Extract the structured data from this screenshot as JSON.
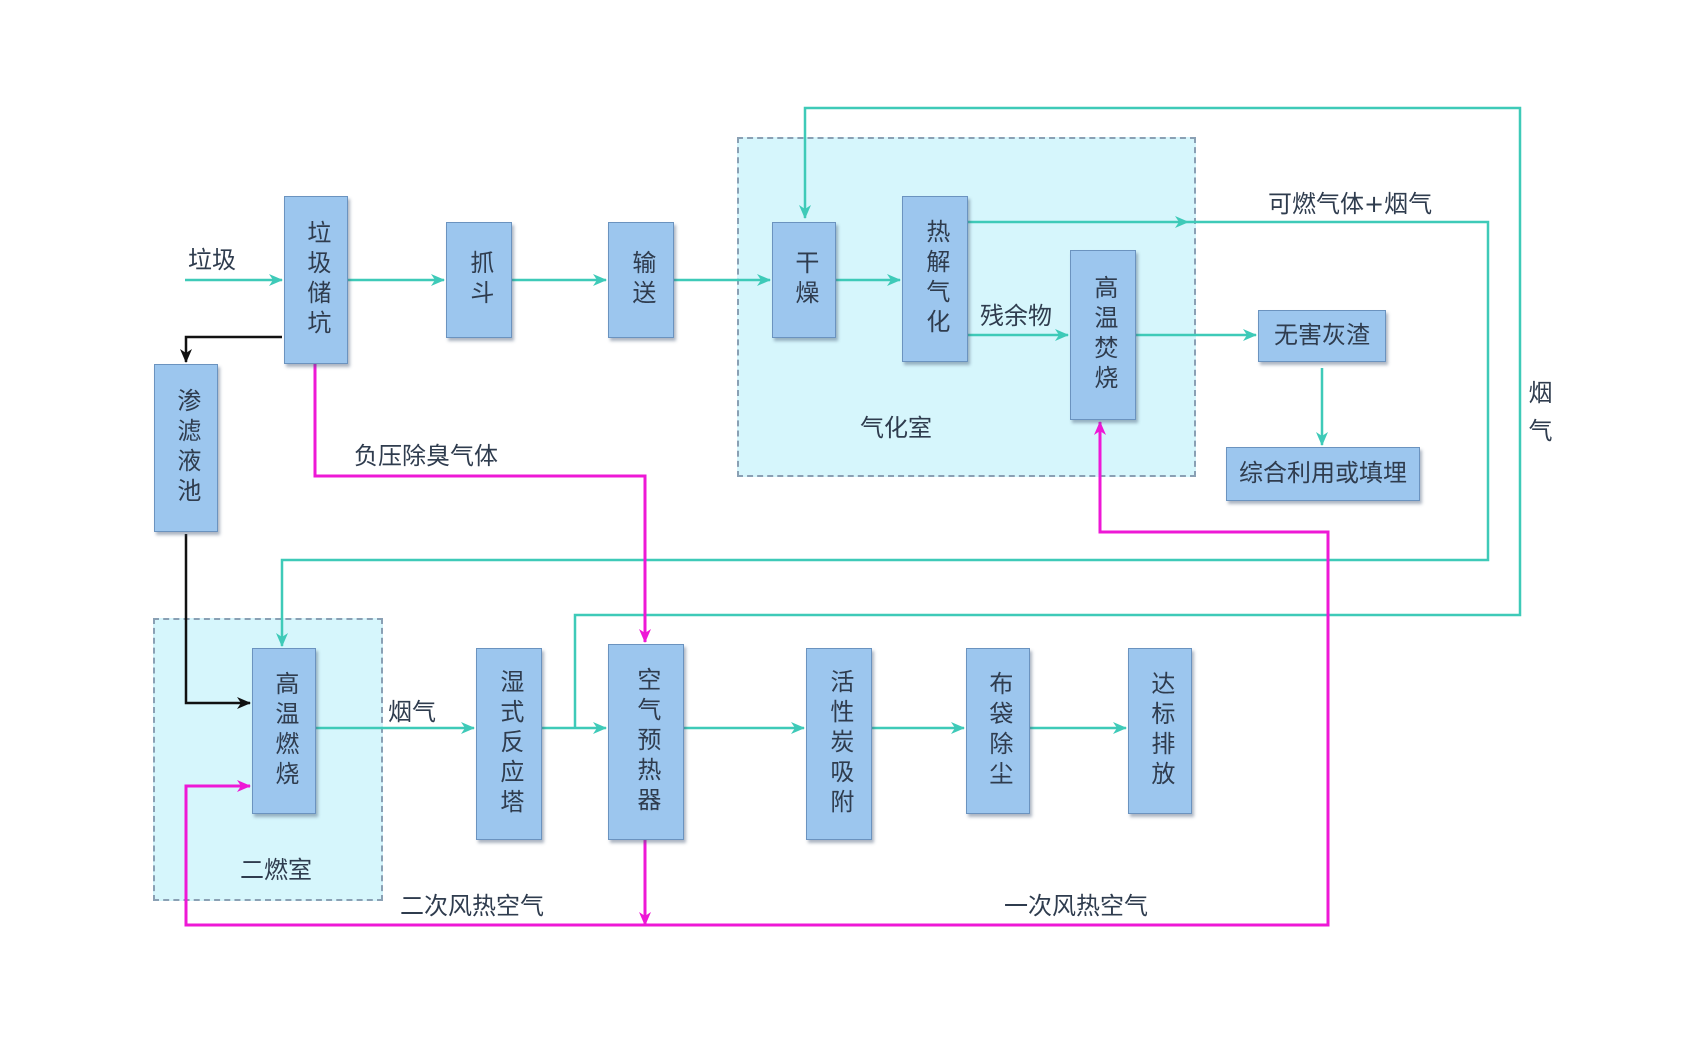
{
  "colors": {
    "flow": "#3ecab8",
    "air": "#ee18d6",
    "leachate": "#111111",
    "box_fill": "#9cc6ee",
    "region_fill": "#d6f6fc"
  },
  "regions": {
    "gasification": "气化室",
    "secondary_combustion": "二燃室"
  },
  "nodes": {
    "storage": "垃圾储坑",
    "grab": "抓斗",
    "convey": "输送",
    "dry": "干燥",
    "pyrolysis": "热解气化",
    "high_temp_burn": "高温焚烧",
    "ash": "无害灰渣",
    "landfill": "综合利用或填埋",
    "leachate_pool": "渗滤液池",
    "secondary_burn": "高温燃烧",
    "wet_reactor": "湿式反应塔",
    "air_preheater": "空气预热器",
    "carbon_adsorb": "活性炭吸附",
    "bag_filter": "布袋除尘",
    "discharge": "达标排放"
  },
  "labels": {
    "garbage": "垃圾",
    "residue": "残余物",
    "combustible_gas": "可燃气体+烟气",
    "negative_pressure_gas": "负压除臭气体",
    "flue_gas_right": "烟气",
    "flue_gas_bottom": "烟气",
    "secondary_air": "二次风热空气",
    "primary_air": "一次风热空气"
  }
}
